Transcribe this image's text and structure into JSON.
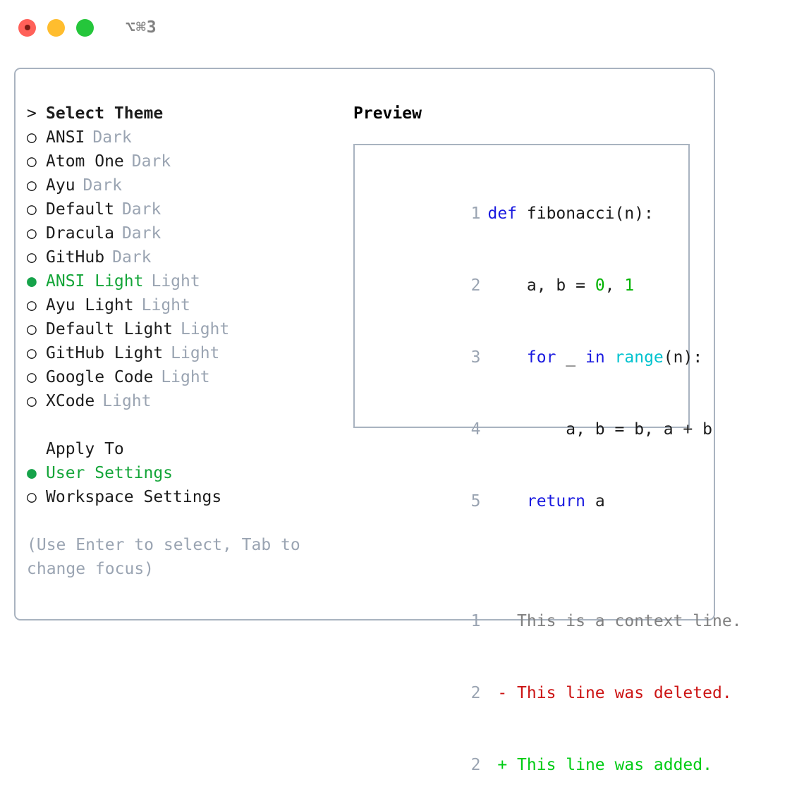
{
  "titlebar": {
    "shortcut": "⌥⌘3",
    "buttons": [
      {
        "name": "close",
        "color": "#ff6159"
      },
      {
        "name": "minimize",
        "color": "#ffbd2e"
      },
      {
        "name": "maximize",
        "color": "#25c63b"
      }
    ]
  },
  "colors": {
    "accent_green": "#13a538",
    "muted_gray": "#9aa4b2",
    "border": "#a9b3c0",
    "keyword_blue": "#1a1ae0",
    "function_cyan": "#00c3cf",
    "number_green": "#00b300",
    "diff_delete_red": "#cc1414",
    "diff_add_green": "#00cc14",
    "context_gray": "#808080"
  },
  "theme_picker": {
    "heading": {
      "marker": ">",
      "label": "Select Theme"
    },
    "items": [
      {
        "marker": "○",
        "label": "ANSI",
        "suffix": "Dark",
        "selected": false
      },
      {
        "marker": "○",
        "label": "Atom One",
        "suffix": "Dark",
        "selected": false
      },
      {
        "marker": "○",
        "label": "Ayu",
        "suffix": "Dark",
        "selected": false
      },
      {
        "marker": "○",
        "label": "Default",
        "suffix": "Dark",
        "selected": false
      },
      {
        "marker": "○",
        "label": "Dracula",
        "suffix": "Dark",
        "selected": false
      },
      {
        "marker": "○",
        "label": "GitHub",
        "suffix": "Dark",
        "selected": false
      },
      {
        "marker": "●",
        "label": "ANSI Light",
        "suffix": "Light",
        "selected": true
      },
      {
        "marker": "○",
        "label": "Ayu Light",
        "suffix": "Light",
        "selected": false
      },
      {
        "marker": "○",
        "label": "Default Light",
        "suffix": "Light",
        "selected": false
      },
      {
        "marker": "○",
        "label": "GitHub Light",
        "suffix": "Light",
        "selected": false
      },
      {
        "marker": "○",
        "label": "Google Code",
        "suffix": "Light",
        "selected": false
      },
      {
        "marker": "○",
        "label": "XCode",
        "suffix": "Light",
        "selected": false
      }
    ]
  },
  "apply_to": {
    "heading": "Apply To",
    "items": [
      {
        "marker": "●",
        "label": "User Settings",
        "selected": true
      },
      {
        "marker": "○",
        "label": "Workspace Settings",
        "selected": false
      }
    ]
  },
  "hint": "(Use Enter to select, Tab to change focus)",
  "preview": {
    "title": "Preview",
    "code_lines": [
      {
        "no": "1",
        "tokens": [
          {
            "t": "def",
            "c": "kw"
          },
          {
            "t": " fibonacci(n):",
            "c": "plain"
          }
        ]
      },
      {
        "no": "2",
        "tokens": [
          {
            "t": "    a, b = ",
            "c": "plain"
          },
          {
            "t": "0",
            "c": "num"
          },
          {
            "t": ", ",
            "c": "plain"
          },
          {
            "t": "1",
            "c": "num"
          }
        ]
      },
      {
        "no": "3",
        "tokens": [
          {
            "t": "    ",
            "c": "plain"
          },
          {
            "t": "for",
            "c": "kw"
          },
          {
            "t": " _ ",
            "c": "plain"
          },
          {
            "t": "in",
            "c": "kw"
          },
          {
            "t": " ",
            "c": "plain"
          },
          {
            "t": "range",
            "c": "fn"
          },
          {
            "t": "(n):",
            "c": "plain"
          }
        ]
      },
      {
        "no": "4",
        "tokens": [
          {
            "t": "        a, b = b, a + b",
            "c": "plain"
          }
        ]
      },
      {
        "no": "5",
        "tokens": [
          {
            "t": "    ",
            "c": "plain"
          },
          {
            "t": "return",
            "c": "kw"
          },
          {
            "t": " a",
            "c": "plain"
          }
        ]
      }
    ],
    "diff_lines": [
      {
        "no": "1",
        "tokens": [
          {
            "t": "   This is a context line.",
            "c": "ctx"
          }
        ]
      },
      {
        "no": "2",
        "tokens": [
          {
            "t": " - This line was deleted.",
            "c": "del"
          }
        ]
      },
      {
        "no": "2",
        "tokens": [
          {
            "t": " + This line was added.",
            "c": "add"
          }
        ]
      }
    ]
  }
}
